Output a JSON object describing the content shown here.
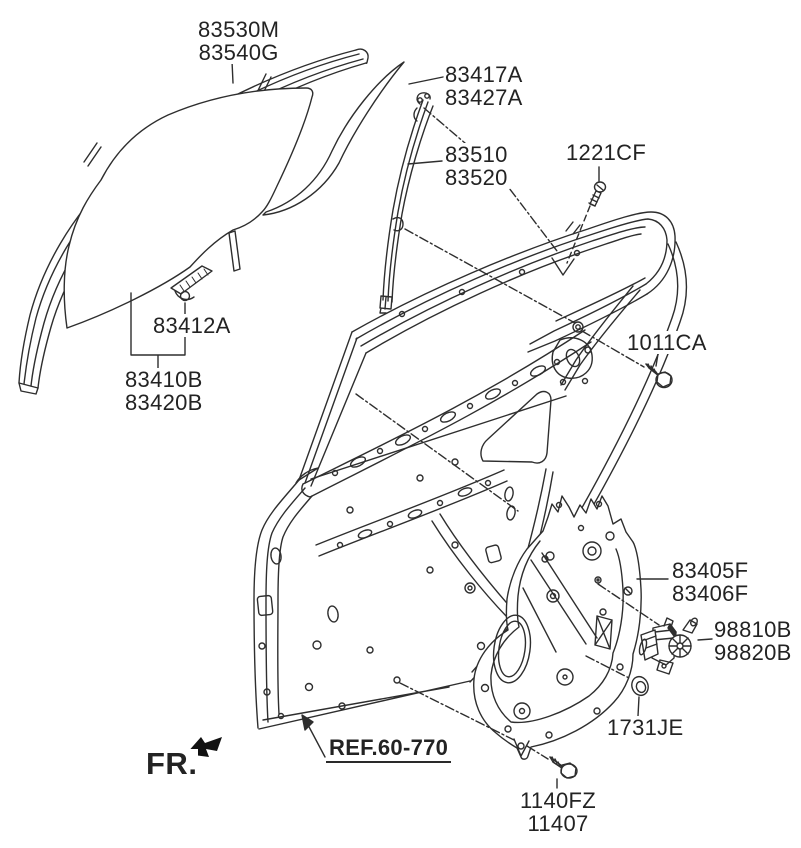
{
  "colors": {
    "background": "#ffffff",
    "line_art": "#2e2e2e",
    "label_text": "#232323"
  },
  "labels": {
    "molding": {
      "line1": "83530M",
      "line2": "83540G"
    },
    "channel_clips": {
      "line1": "83417A",
      "line2": "83427A"
    },
    "run_channel": {
      "line1": "83510",
      "line2": "83520"
    },
    "screw_upper": {
      "line1": "1221CF"
    },
    "glass_grip": {
      "line1": "83412A"
    },
    "glass": {
      "line1": "83410B",
      "line2": "83420B"
    },
    "bolt_channel": {
      "line1": "1011CA"
    },
    "module_panel": {
      "line1": "83405F",
      "line2": "83406F"
    },
    "regulator_motor": {
      "line1": "98810B",
      "line2": "98820B"
    },
    "grommet": {
      "line1": "1731JE"
    },
    "bolt_lower": {
      "line1": "1140FZ",
      "line2": "11407"
    },
    "ref_callout": {
      "text": "REF.60-770"
    },
    "front_direction": {
      "text": "FR."
    }
  }
}
